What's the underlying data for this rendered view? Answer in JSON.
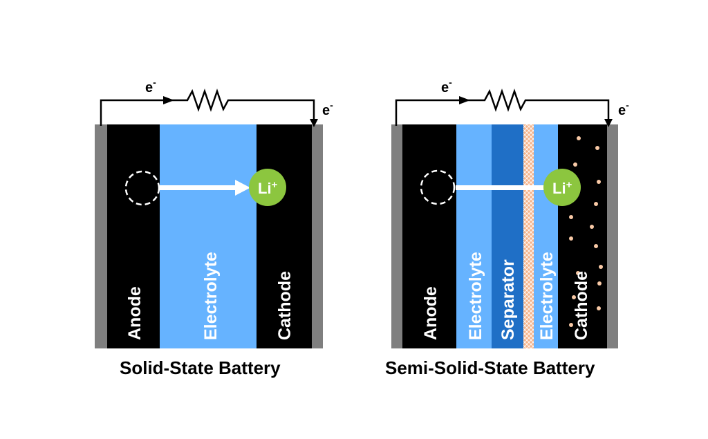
{
  "colors": {
    "collector": "#7f7f7f",
    "electrode": "#000000",
    "electrolyte": "#66b3ff",
    "separator": "#1f6fc6",
    "interlayer": "#f4b48c",
    "li_ion": "#8cc63f",
    "particle": "#f8c9a6"
  },
  "left": {
    "caption": "Solid-State Battery",
    "anode_label": "Anode",
    "electrolyte_label": "Electrolyte",
    "cathode_label": "Cathode",
    "ion_label": "Li",
    "ion_charge": "+",
    "electron_symbol": "e",
    "electron_charge": "-"
  },
  "right": {
    "caption": "Semi-Solid-State Battery",
    "anode_label": "Anode",
    "electrolyte_label_1": "Electrolyte",
    "separator_label": "Separator",
    "electrolyte_label_2": "Electrolyte",
    "cathode_label": "Cathode",
    "ion_label": "Li",
    "ion_charge": "+",
    "electron_symbol": "e",
    "electron_charge": "-"
  }
}
